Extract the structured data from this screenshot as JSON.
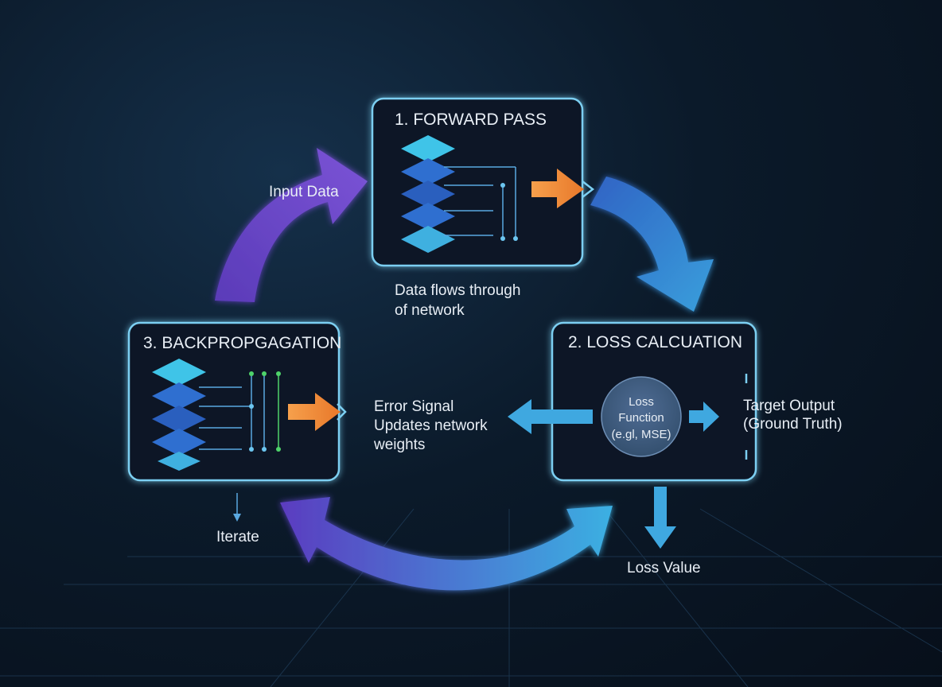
{
  "steps": {
    "forward": {
      "title": "1. FORWARD PASS",
      "caption_line1": "Data flows through",
      "caption_line2": "of network"
    },
    "loss": {
      "title": "2. LOSS CALCUATION",
      "func_line1": "Loss",
      "func_line2": "Function",
      "func_line3": "(e.gl, MSE)"
    },
    "backprop": {
      "title": "3. BACKPROPGAGATION"
    }
  },
  "labels": {
    "input_data": "Input Data",
    "error_line1": "Error Signal",
    "error_line2": "Updates network",
    "error_line3": "weights",
    "target_line1": "Target Output",
    "target_line2": "(Ground Truth)",
    "loss_value": "Loss Value",
    "iterate": "Iterate"
  },
  "colors": {
    "panel_border": "#7ccff2",
    "arrow_purple": "#6a48c8",
    "arrow_blue": "#3aa2dc",
    "arrow_orange": "#f08a36",
    "layer_blue": "#2f6fd0",
    "layer_cyan": "#3fc4e8",
    "node_green": "#4ed36a"
  }
}
